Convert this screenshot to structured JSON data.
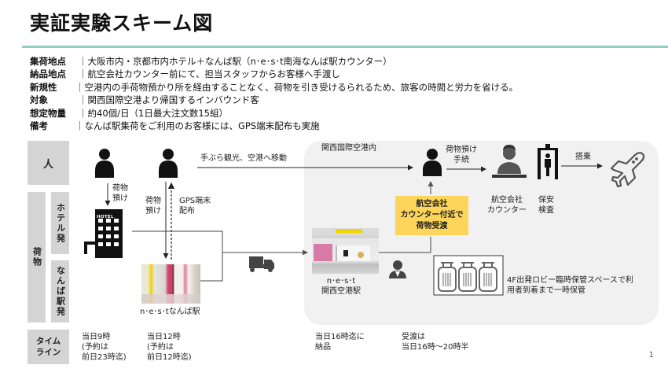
{
  "title": "実証実験スキーム図",
  "info": [
    {
      "key": "集荷地点",
      "value": "｜大阪市内・京都市内ホテル＋なんば駅（n･e･s･t南海なんば駅カウンター）"
    },
    {
      "key": "納品地点",
      "value": "｜航空会社カウンター前にて、担当スタッフからお客様へ手渡し"
    },
    {
      "key": "新規性",
      "value": "｜空港内の手荷物預かり所を経由することなく、荷物を引き受けるられるため、旅客の時間と労力を省ける。"
    },
    {
      "key": "対象",
      "value": "｜関西国際空港より帰国するインバウンド客"
    },
    {
      "key": "想定物量",
      "value": "｜約40個/日（1日最大注文数15組）"
    },
    {
      "key": "備考",
      "value": "｜なんば駅集荷をご利用のお客様には、GPS端末配布も実施"
    }
  ],
  "lanes": {
    "person": "人",
    "luggage": "荷物",
    "hotel": "ホテル発",
    "namba": "なんば駅発",
    "timeline": "タイムライン"
  },
  "diagram": {
    "airport_area": "関西国際空港内",
    "hotel_sign": "HOTEL",
    "hotel_dropoff": [
      "荷物",
      "預け"
    ],
    "namba_dropoff": [
      "荷物",
      "預け"
    ],
    "gps": [
      "GPS端末",
      "配布"
    ],
    "travel": "手ぶら観光、空港へ移動",
    "checkin": [
      "荷物預け",
      "手続"
    ],
    "handover": [
      "航空会社",
      "カウンター付近で",
      "荷物受渡"
    ],
    "counter": [
      "航空会社",
      "カウンター"
    ],
    "security": [
      "保安",
      "検査"
    ],
    "boarding": "搭乗",
    "namba_station": "n･e･s･tなんば駅",
    "kix_station": [
      "n･e･s･t",
      "関西空港駅"
    ],
    "storage": [
      "4F出発ロビー臨時保管スペースで利",
      "用者到着まで一時保管"
    ]
  },
  "timeline": [
    {
      "lines": [
        "当日9時",
        "(予約は",
        "前日23時迄)"
      ]
    },
    {
      "lines": [
        "当日12時",
        "(予約は",
        "前日12時迄)"
      ]
    },
    {
      "lines": [
        "当日16時迄に",
        "納品"
      ]
    },
    {
      "lines": [
        "受渡は",
        "当日16時～20時半"
      ]
    }
  ],
  "colors": {
    "accent_rule": "#8fcfc4",
    "lane_gray": "#d4d4d4",
    "airport_bg": "#f1f1f1",
    "highlight": "#fdd55a",
    "icon_dark": "#111111",
    "icon_gray": "#555555"
  },
  "page_number": "1"
}
